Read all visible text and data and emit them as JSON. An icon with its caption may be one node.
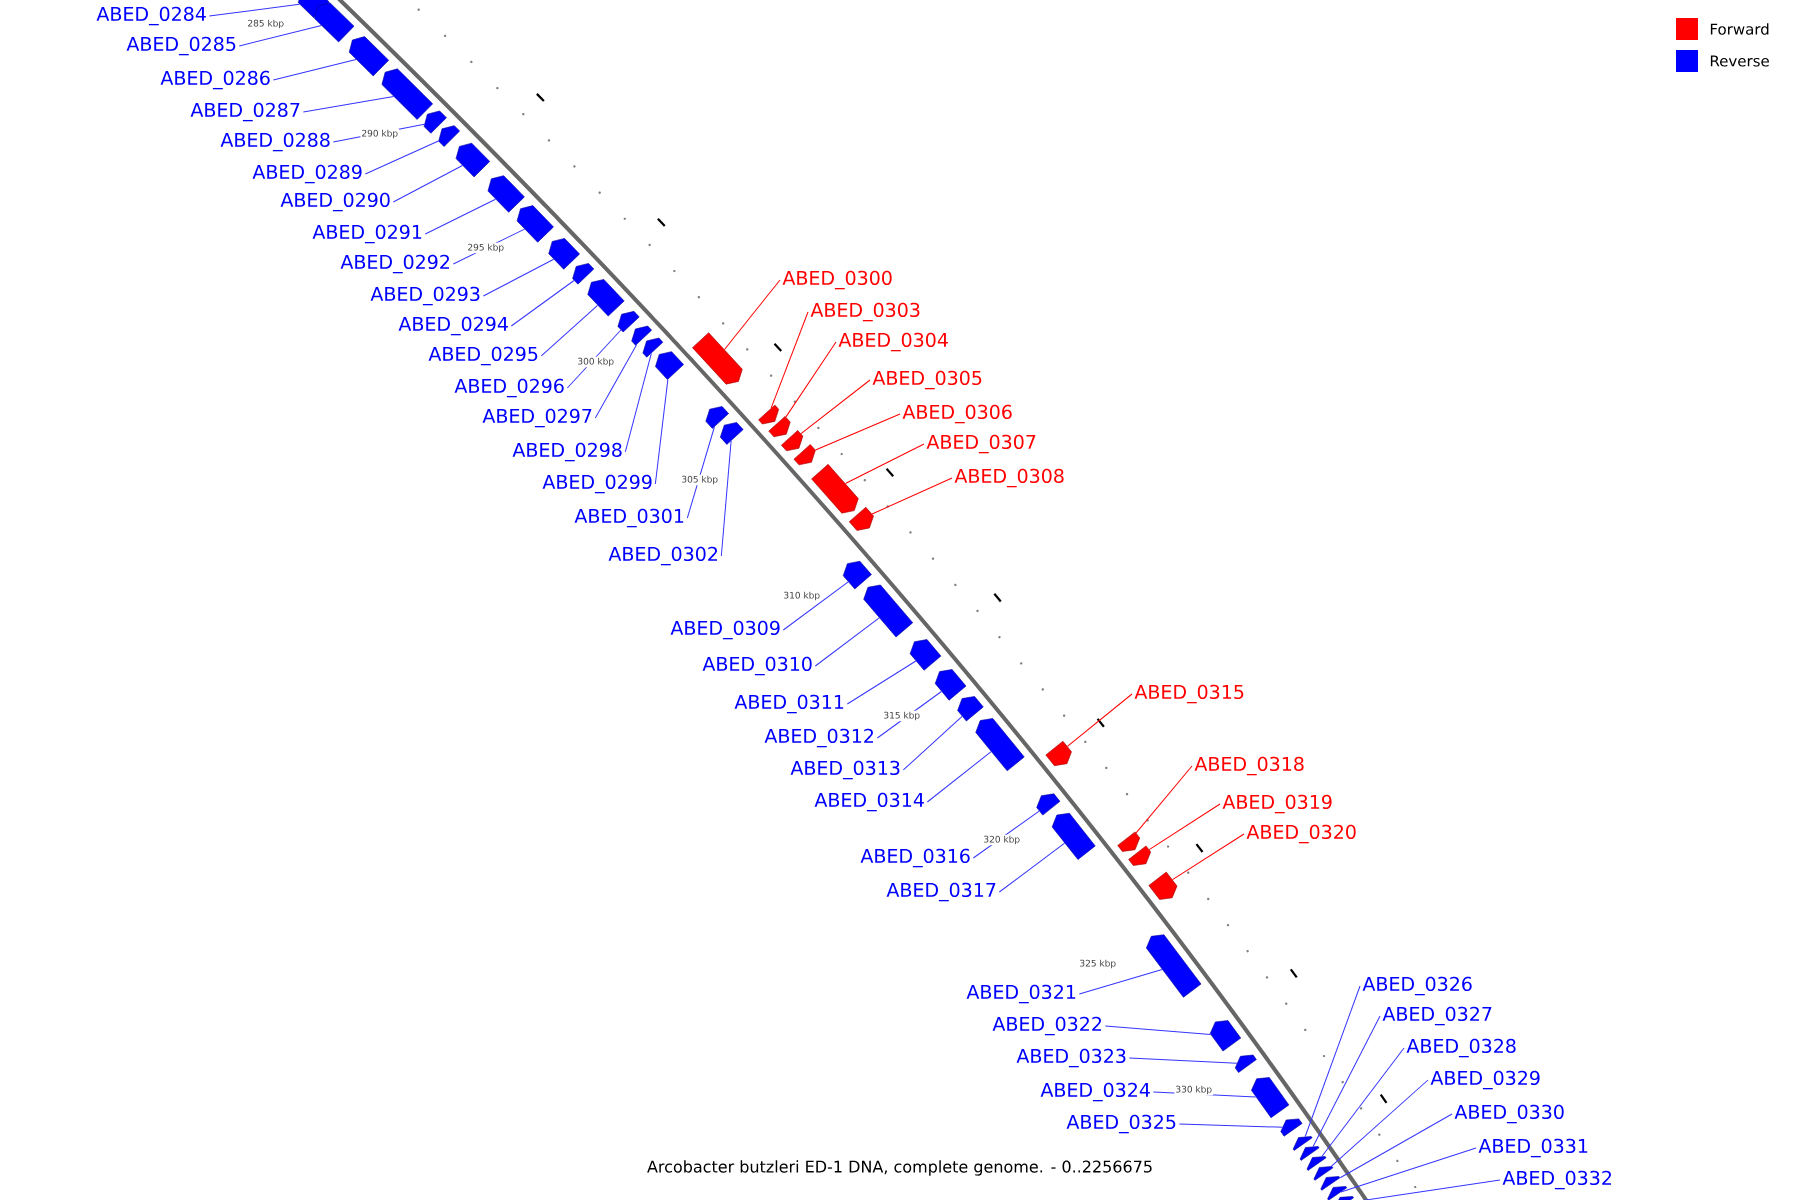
{
  "diagram": {
    "caption": "Arcobacter butzleri ED-1 DNA, complete genome. - 0..2256675",
    "nodes": [
      {
        "text": [
          "ABED_0284"
        ]
      },
      {
        "text": [
          "ABED_0285"
        ]
      },
      {
        "text": [
          "ABED_0286"
        ]
      },
      {
        "text": [
          "ABED_0287"
        ]
      },
      {
        "text": [
          "ABED_0288"
        ]
      },
      {
        "text": [
          "ABED_0289"
        ]
      },
      {
        "text": [
          "ABED_0290"
        ]
      },
      {
        "text": [
          "ABED_0291"
        ]
      },
      {
        "text": [
          "ABED_0292"
        ]
      },
      {
        "text": [
          "ABED_0293"
        ]
      },
      {
        "text": [
          "ABED_0294"
        ]
      },
      {
        "text": [
          "ABED_0295"
        ]
      },
      {
        "text": [
          "ABED_0296"
        ]
      },
      {
        "text": [
          "ABED_0297"
        ]
      },
      {
        "text": [
          "ABED_0298"
        ]
      },
      {
        "text": [
          "ABED_0299"
        ]
      },
      {
        "text": [
          "ABED_0300"
        ]
      },
      {
        "text": [
          "ABED_0301"
        ]
      },
      {
        "text": [
          "ABED_0302"
        ]
      },
      {
        "text": [
          "ABED_0303"
        ]
      },
      {
        "text": [
          "ABED_0304"
        ]
      },
      {
        "text": [
          "ABED_0305"
        ]
      },
      {
        "text": [
          "ABED_0306"
        ]
      },
      {
        "text": [
          "ABED_0307"
        ]
      },
      {
        "text": [
          "ABED_0308"
        ]
      },
      {
        "text": [
          "ABED_0309"
        ]
      },
      {
        "text": [
          "ABED_0310"
        ]
      },
      {
        "text": [
          "ABED_0311"
        ]
      },
      {
        "text": [
          "ABED_0312"
        ]
      },
      {
        "text": [
          "ABED_0313"
        ]
      },
      {
        "text": [
          "ABED_0314"
        ]
      },
      {
        "text": [
          "ABED_0315"
        ]
      },
      {
        "text": [
          "ABED_0316"
        ]
      },
      {
        "text": [
          "ABED_0317"
        ]
      },
      {
        "text": [
          "ABED_0318"
        ]
      },
      {
        "text": [
          "ABED_0319"
        ]
      },
      {
        "text": [
          "ABED_0320"
        ]
      },
      {
        "text": [
          "ABED_0321"
        ]
      },
      {
        "text": [
          "ABED_0322"
        ]
      },
      {
        "text": [
          "ABED_0323"
        ]
      },
      {
        "text": [
          "ABED_0324"
        ]
      },
      {
        "text": [
          "ABED_0325"
        ]
      },
      {
        "text": [
          "ABED_0326"
        ]
      },
      {
        "text": [
          "ABED_0327"
        ]
      },
      {
        "text": [
          "ABED_0328"
        ]
      },
      {
        "text": [
          "ABED_0329"
        ]
      },
      {
        "text": [
          "ABED_0330"
        ]
      },
      {
        "text": [
          "ABED_0331"
        ]
      },
      {
        "text": [
          "ABED_0332"
        ]
      },
      {
        "text": [],
        "shape": "bar"
      },
      {
        "text": [],
        "shape": "bar"
      },
      {
        "text": [],
        "shape": "bar"
      },
      {
        "text": [],
        "shape": "bar"
      },
      {
        "text": [],
        "shape": "bar"
      },
      {
        "text": [],
        "shape": "bar"
      },
      {
        "text": [],
        "shape": "bar"
      },
      {
        "text": [],
        "shape": "bar"
      },
      {
        "text": [],
        "shape": "bar"
      },
      {
        "text": [],
        "shape": "bar"
      },
      {
        "text": [],
        "shape": "bar"
      },
      {
        "text": [],
        "shape": "bar"
      },
      {
        "text": [],
        "shape": "bar"
      },
      {
        "text": [],
        "shape": "bar"
      },
      {
        "text": [],
        "shape": "bar"
      },
      {
        "text": [],
        "shape": "bar"
      },
      {
        "text": [],
        "shape": "bar"
      },
      {
        "text": [],
        "shape": "bar"
      },
      {
        "text": [],
        "shape": "bar"
      },
      {
        "text": [],
        "shape": "bar"
      },
      {
        "text": [],
        "shape": "bar"
      },
      {
        "text": [],
        "shape": "bar"
      },
      {
        "text": [],
        "shape": "bar"
      },
      {
        "text": [],
        "shape": "bar"
      },
      {
        "text": [],
        "shape": "bar"
      },
      {
        "text": [],
        "shape": "bar"
      },
      {
        "text": [],
        "shape": "bar"
      },
      {
        "text": [],
        "shape": "bar"
      },
      {
        "text": [],
        "shape": "bar"
      },
      {
        "text": [],
        "shape": "bar"
      },
      {
        "text": [],
        "shape": "bar"
      },
      {
        "text": [],
        "shape": "bar"
      },
      {
        "text": [],
        "shape": "bar"
      },
      {
        "text": [],
        "shape": "bar"
      },
      {
        "text": [],
        "shape": "bar"
      },
      {
        "text": [],
        "shape": "bar"
      },
      {
        "text": [],
        "shape": "bar"
      },
      {
        "text": [],
        "shape": "bar"
      },
      {
        "text": [],
        "shape": "bar"
      },
      {
        "text": [],
        "shape": "bar"
      },
      {
        "text": [],
        "shape": "bar"
      },
      {
        "text": [],
        "shape": "bar"
      },
      {
        "text": [],
        "shape": "bar"
      },
      {
        "text": [],
        "shape": "bar"
      },
      {
        "text": [],
        "shape": "bar"
      },
      {
        "text": [],
        "shape": "bar"
      },
      {
        "text": [],
        "shape": "bar"
      },
      {
        "text": [],
        "shape": "bar"
      },
      {
        "text": [],
        "shape": "bar"
      }
    ],
    "edges": [
      {
        "from": 0,
        "to": 49,
        "arrow": "none"
      },
      {
        "from": 1,
        "to": 50,
        "arrow": "none"
      },
      {
        "from": 2,
        "to": 51,
        "arrow": "none"
      },
      {
        "from": 3,
        "to": 52,
        "arrow": "none"
      },
      {
        "from": 4,
        "to": 53,
        "arrow": "none"
      },
      {
        "from": 5,
        "to": 54,
        "arrow": "none"
      },
      {
        "from": 6,
        "to": 55,
        "arrow": "none"
      },
      {
        "from": 7,
        "to": 56,
        "arrow": "none"
      },
      {
        "from": 8,
        "to": 57,
        "arrow": "none"
      },
      {
        "from": 9,
        "to": 58,
        "arrow": "none"
      },
      {
        "from": 10,
        "to": 59,
        "arrow": "none"
      },
      {
        "from": 11,
        "to": 60,
        "arrow": "none"
      },
      {
        "from": 12,
        "to": 61,
        "arrow": "none"
      },
      {
        "from": 13,
        "to": 62,
        "arrow": "none"
      },
      {
        "from": 14,
        "to": 63,
        "arrow": "none"
      },
      {
        "from": 15,
        "to": 64,
        "arrow": "none"
      },
      {
        "from": 16,
        "to": 65,
        "arrow": "none",
        "color": "#ff0000"
      },
      {
        "from": 17,
        "to": 66,
        "arrow": "none"
      },
      {
        "from": 18,
        "to": 67,
        "arrow": "none"
      },
      {
        "from": 19,
        "to": 68,
        "arrow": "none",
        "color": "#ff0000"
      },
      {
        "from": 20,
        "to": 69,
        "arrow": "none",
        "color": "#ff0000"
      },
      {
        "from": 21,
        "to": 70,
        "arrow": "none",
        "color": "#ff0000"
      },
      {
        "from": 22,
        "to": 71,
        "arrow": "none",
        "color": "#ff0000"
      },
      {
        "from": 23,
        "to": 72,
        "arrow": "none",
        "color": "#ff0000"
      },
      {
        "from": 24,
        "to": 73,
        "arrow": "none",
        "color": "#ff0000"
      },
      {
        "from": 25,
        "to": 74,
        "arrow": "none"
      },
      {
        "from": 26,
        "to": 75,
        "arrow": "none"
      },
      {
        "from": 27,
        "to": 76,
        "arrow": "none"
      },
      {
        "from": 28,
        "to": 77,
        "arrow": "none"
      },
      {
        "from": 29,
        "to": 78,
        "arrow": "none"
      },
      {
        "from": 30,
        "to": 79,
        "arrow": "none"
      },
      {
        "from": 31,
        "to": 80,
        "arrow": "none",
        "color": "#ff0000"
      },
      {
        "from": 32,
        "to": 81,
        "arrow": "none"
      },
      {
        "from": 33,
        "to": 82,
        "arrow": "none"
      },
      {
        "from": 34,
        "to": 83,
        "arrow": "none",
        "color": "#ff0000"
      },
      {
        "from": 35,
        "to": 84,
        "arrow": "none",
        "color": "#ff0000"
      },
      {
        "from": 36,
        "to": 85,
        "arrow": "none",
        "color": "#ff0000"
      },
      {
        "from": 37,
        "to": 86,
        "arrow": "none"
      },
      {
        "from": 38,
        "to": 87,
        "arrow": "none"
      },
      {
        "from": 39,
        "to": 88,
        "arrow": "none"
      },
      {
        "from": 40,
        "to": 89,
        "arrow": "none"
      },
      {
        "from": 41,
        "to": 90,
        "arrow": "none"
      },
      {
        "from": 42,
        "to": 91,
        "arrow": "none"
      },
      {
        "from": 43,
        "to": 92,
        "arrow": "none"
      },
      {
        "from": 44,
        "to": 93,
        "arrow": "none"
      },
      {
        "from": 45,
        "to": 94,
        "arrow": "none"
      },
      {
        "from": 46,
        "to": 95,
        "arrow": "none"
      },
      {
        "from": 47,
        "to": 96,
        "arrow": "none"
      },
      {
        "from": 48,
        "to": 97,
        "arrow": "none"
      }
    ],
    "labels": [
      "285 kbp",
      "290 kbp",
      "295 kbp",
      "300 kbp",
      "305 kbp",
      "310 kbp",
      "315 kbp",
      "320 kbp",
      "325 kbp",
      "330 kbp"
    ],
    "legend": [
      {
        "text": "Forward",
        "color": "#ff0000"
      },
      {
        "text": "Reverse",
        "color": "#0000ff"
      }
    ]
  }
}
